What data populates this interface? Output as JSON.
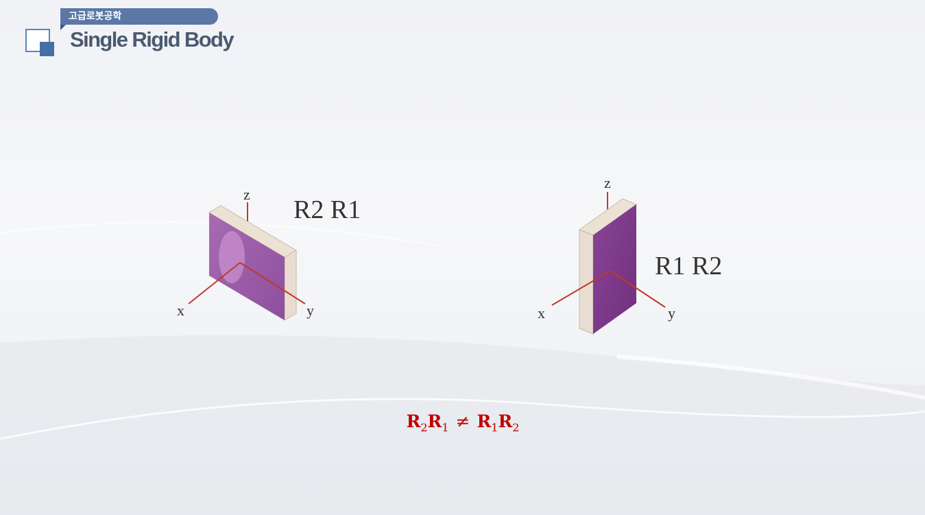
{
  "header": {
    "course_name": "고급로봇공학",
    "title": "Single Rigid Body"
  },
  "figures": {
    "left": {
      "axis_x": "x",
      "axis_y": "y",
      "axis_z": "z",
      "rotation_label": "R2 R1"
    },
    "right": {
      "axis_x": "x",
      "axis_y": "y",
      "axis_z": "z",
      "rotation_label": "R1 R2"
    }
  },
  "equation": {
    "lhs_first": "R",
    "lhs_first_sub": "2",
    "lhs_second": "R",
    "lhs_second_sub": "1",
    "operator": "≠",
    "rhs_first": "R",
    "rhs_first_sub": "1",
    "rhs_second": "R",
    "rhs_second_sub": "2"
  },
  "colors": {
    "equation": "#c00000",
    "block_face": "#9b5ba8",
    "block_edge": "#e8ddd0",
    "axis_line": "#c0392b",
    "header_tab": "#5b77a6",
    "title_text": "#4b5a71"
  }
}
